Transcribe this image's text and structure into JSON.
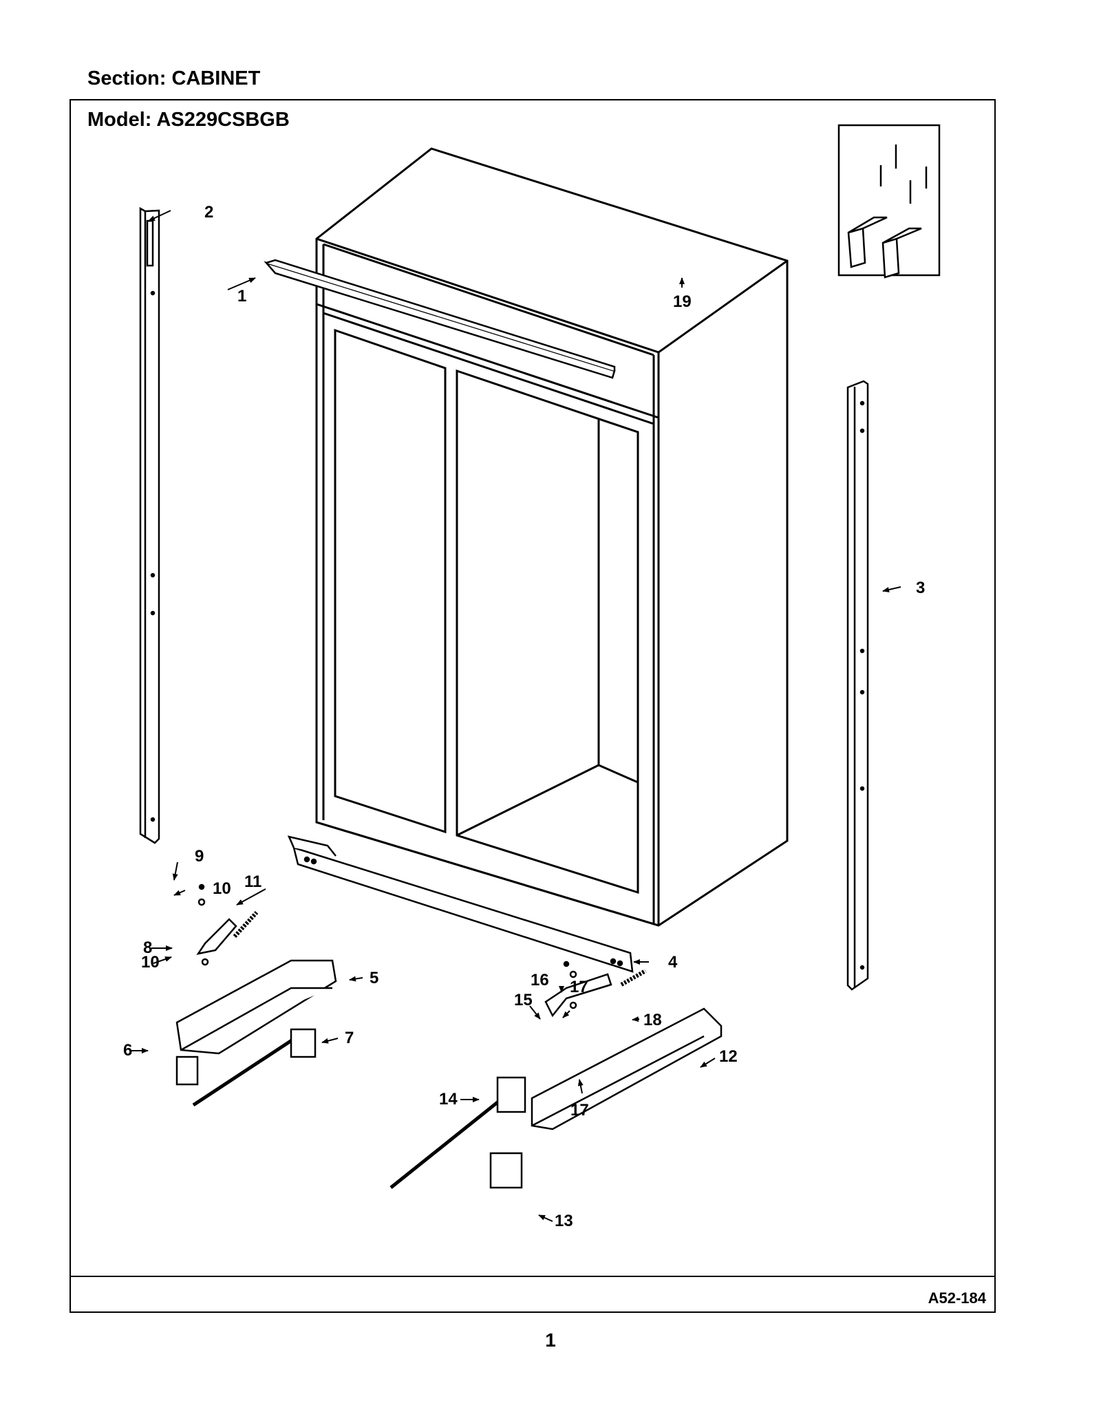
{
  "header": {
    "section_label": "Section:  CABINET",
    "model_label": "Model:  AS229CSBGB"
  },
  "footer": {
    "figure_code": "A52-184",
    "page_number": "1"
  },
  "callouts": {
    "c1": "1",
    "c2": "2",
    "c3": "3",
    "c4": "4",
    "c5": "5",
    "c6": "6",
    "c7": "7",
    "c8": "8",
    "c9": "9",
    "c10a": "10",
    "c10b": "10",
    "c11": "11",
    "c12": "12",
    "c13": "13",
    "c14": "14",
    "c15": "15",
    "c16": "16",
    "c17a": "17",
    "c17b": "17",
    "c18": "18",
    "c19": "19"
  }
}
